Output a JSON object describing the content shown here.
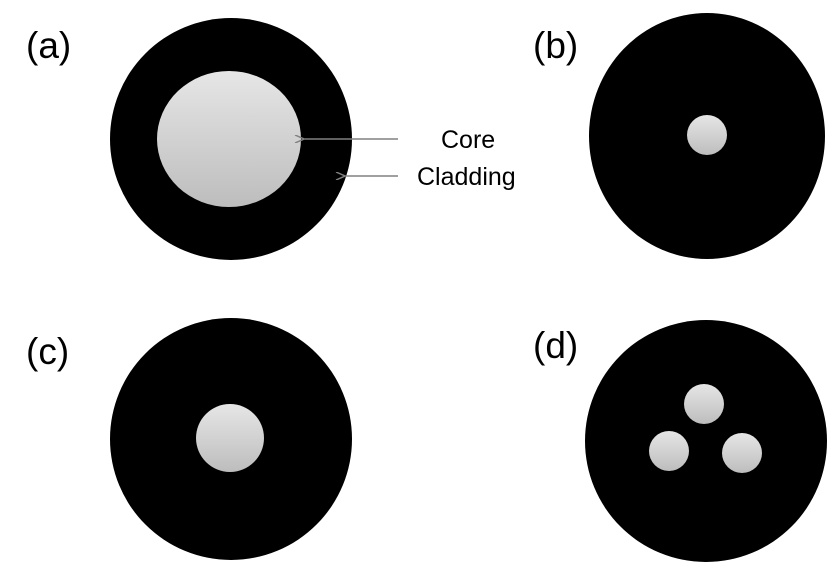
{
  "panels": [
    {
      "label": "(a)",
      "description_text": ""
    },
    {
      "label": "(b)",
      "description_text": ""
    },
    {
      "label": "(c)",
      "description_text": ""
    },
    {
      "label": "(d)",
      "description_text": ""
    }
  ],
  "annotations": {
    "core_label": "Core",
    "cladding_label": "Cladding"
  },
  "colors": {
    "background": "#ffffff",
    "cladding": "#000000",
    "core_light": "#e4e4e4",
    "core_dark": "#bcbcbc",
    "arrow": "#808080",
    "text": "#000000"
  }
}
